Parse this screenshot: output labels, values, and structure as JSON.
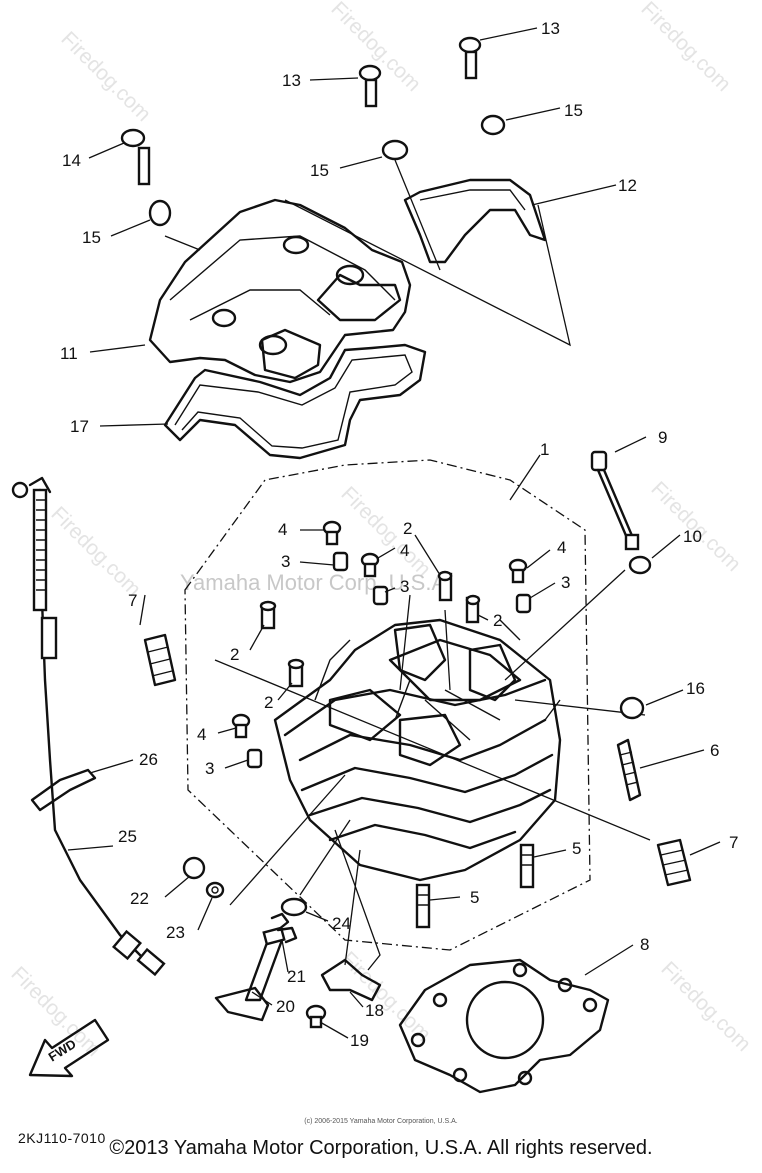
{
  "watermark": {
    "site": "Firedog.com",
    "overlay": "Yamaha Motor Corp. U.S.A."
  },
  "parts": [
    {
      "num": "1"
    },
    {
      "num": "2"
    },
    {
      "num": "3"
    },
    {
      "num": "4"
    },
    {
      "num": "5"
    },
    {
      "num": "6"
    },
    {
      "num": "7"
    },
    {
      "num": "8"
    },
    {
      "num": "9"
    },
    {
      "num": "10"
    },
    {
      "num": "11"
    },
    {
      "num": "12"
    },
    {
      "num": "13"
    },
    {
      "num": "14"
    },
    {
      "num": "15"
    },
    {
      "num": "16"
    },
    {
      "num": "17"
    },
    {
      "num": "18"
    },
    {
      "num": "19"
    },
    {
      "num": "20"
    },
    {
      "num": "21"
    },
    {
      "num": "22"
    },
    {
      "num": "23"
    },
    {
      "num": "24"
    },
    {
      "num": "25"
    },
    {
      "num": "26"
    }
  ],
  "direction_label": "FWD",
  "diagram_code": "2KJ110-7010",
  "small_notice": "(c) 2006-2015 Yamaha Motor Corporation, U.S.A.",
  "copyright": "©2013 Yamaha Motor Corporation, U.S.A. All rights reserved."
}
